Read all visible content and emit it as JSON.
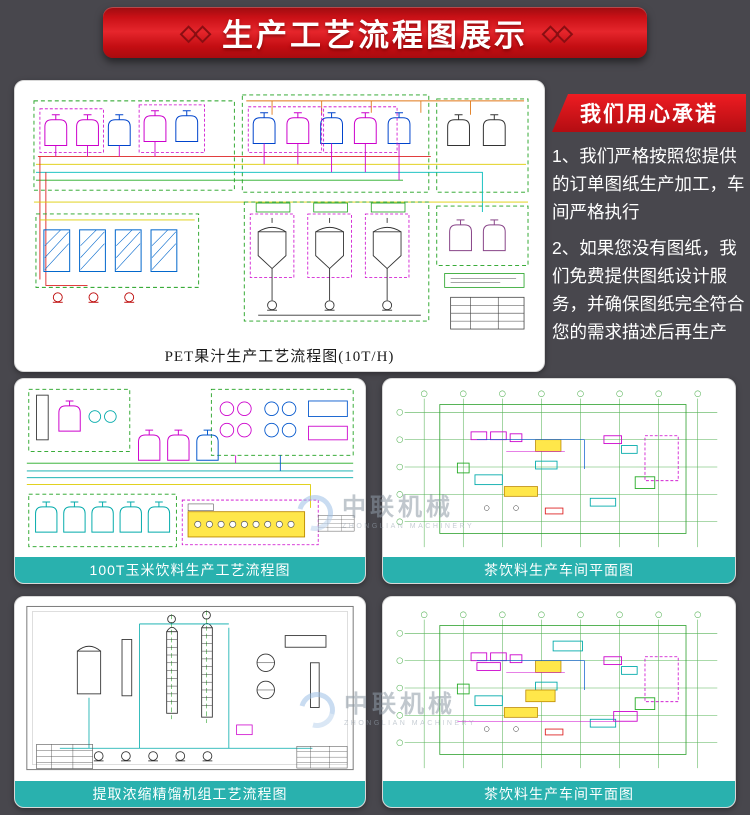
{
  "banner": {
    "title": "生产工艺流程图展示",
    "left_ornament": "◇◇",
    "right_ornament": "◇◇"
  },
  "promise": {
    "badge": "我们用心承诺",
    "lines": [
      "1、我们严格按照您提供的订单图纸生产加工，车间严格执行",
      "2、如果您没有图纸，我们免费提供图纸设计服务，并确保图纸完全符合您的需求描述后再生产"
    ]
  },
  "cards": {
    "main": {
      "caption": "PET果汁生产工艺流程图(10T/H)"
    },
    "corn": {
      "caption": "100T玉米饮料生产工艺流程图"
    },
    "tea_plan_1": {
      "caption": "茶饮料生产车间平面图"
    },
    "distill": {
      "caption": "提取浓缩精馏机组工艺流程图"
    },
    "tea_plan_2": {
      "caption": "茶饮料生产车间平面图"
    }
  },
  "watermark": {
    "text": "中联机械",
    "subtext": "ZHONGLIAN MACHINERY"
  },
  "colors": {
    "accent_red": "#d8121a",
    "teal": "#29b1ae",
    "background": "#48474d"
  }
}
